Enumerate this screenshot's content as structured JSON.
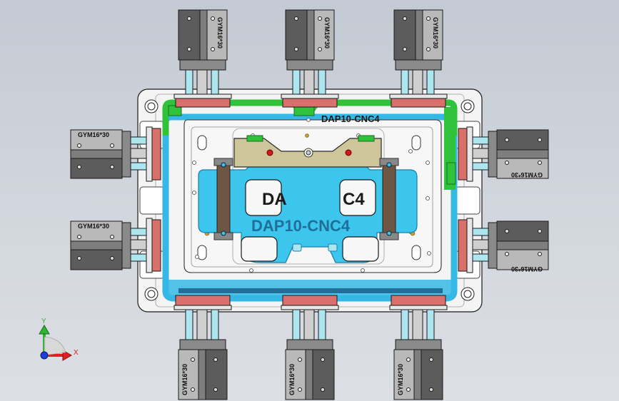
{
  "viewport": {
    "colors": {
      "background_top": "#c4cad3",
      "background_bottom": "#dcdfe4",
      "base_plate": "#f4f4f4",
      "outline": "#1a1a1a",
      "cylinder_body": "#7e7e7e",
      "cylinder_dark": "#505050",
      "rod_cyan": "#aee6ef",
      "clamp_red": "#d9706c",
      "green_frame": "#2fc23a",
      "blue_frame": "#36b8e6",
      "cyan_part": "#3cc6ee",
      "tan_block": "#cfc59a",
      "brown_block": "#6d5744",
      "gold_dot": "#c99a2e",
      "red_dot": "#d11a1a",
      "axis_x": "#e02020",
      "axis_y": "#2fb52f",
      "axis_z": "#1e3ed8"
    }
  },
  "fixture": {
    "title": "DAP10-CNC4",
    "part_label": "DAP10-CNC4",
    "part_label_fragments": [
      "DA",
      "C4"
    ]
  },
  "cylinders": {
    "label": "GYM16*30",
    "top": [
      "GYM16*30",
      "GYM16*30",
      "GYM16*30"
    ],
    "bottom": [
      "GYM16*30",
      "GYM16*30",
      "GYM16*30"
    ],
    "left": [
      "GYM16*30",
      "GYM16*30"
    ],
    "right": [
      "GYM16*30",
      "GYM16*30"
    ]
  },
  "triad": {
    "x_label": "X",
    "y_label": "Y"
  }
}
